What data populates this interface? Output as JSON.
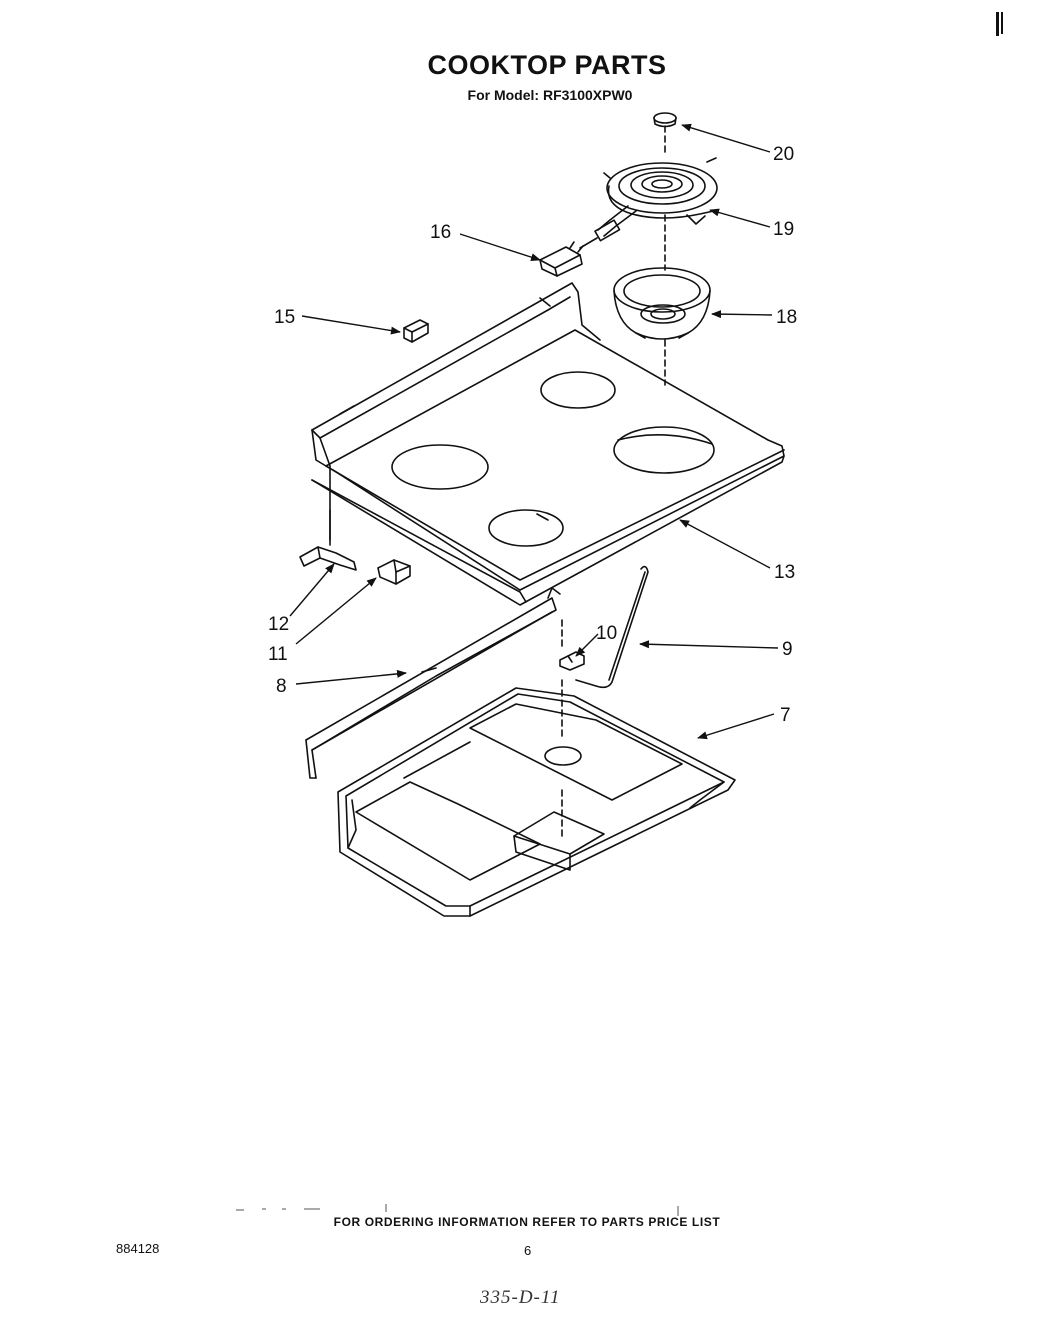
{
  "header": {
    "title": "COOKTOP PARTS",
    "model_line": "For Model: RF3100XPW0"
  },
  "callouts": [
    {
      "id": "c20",
      "label": "20"
    },
    {
      "id": "c19",
      "label": "19"
    },
    {
      "id": "c16",
      "label": "16"
    },
    {
      "id": "c15",
      "label": "15"
    },
    {
      "id": "c18",
      "label": "18"
    },
    {
      "id": "c13",
      "label": "13"
    },
    {
      "id": "c12",
      "label": "12"
    },
    {
      "id": "c11",
      "label": "11"
    },
    {
      "id": "c10",
      "label": "10"
    },
    {
      "id": "c9",
      "label": "9"
    },
    {
      "id": "c8",
      "label": "8"
    },
    {
      "id": "c7",
      "label": "7"
    }
  ],
  "footer": {
    "ordering_note": "FOR ORDERING INFORMATION REFER TO PARTS PRICE LIST",
    "doc_number": "884128",
    "page_number": "6",
    "handwritten_note": "335-D-11"
  }
}
